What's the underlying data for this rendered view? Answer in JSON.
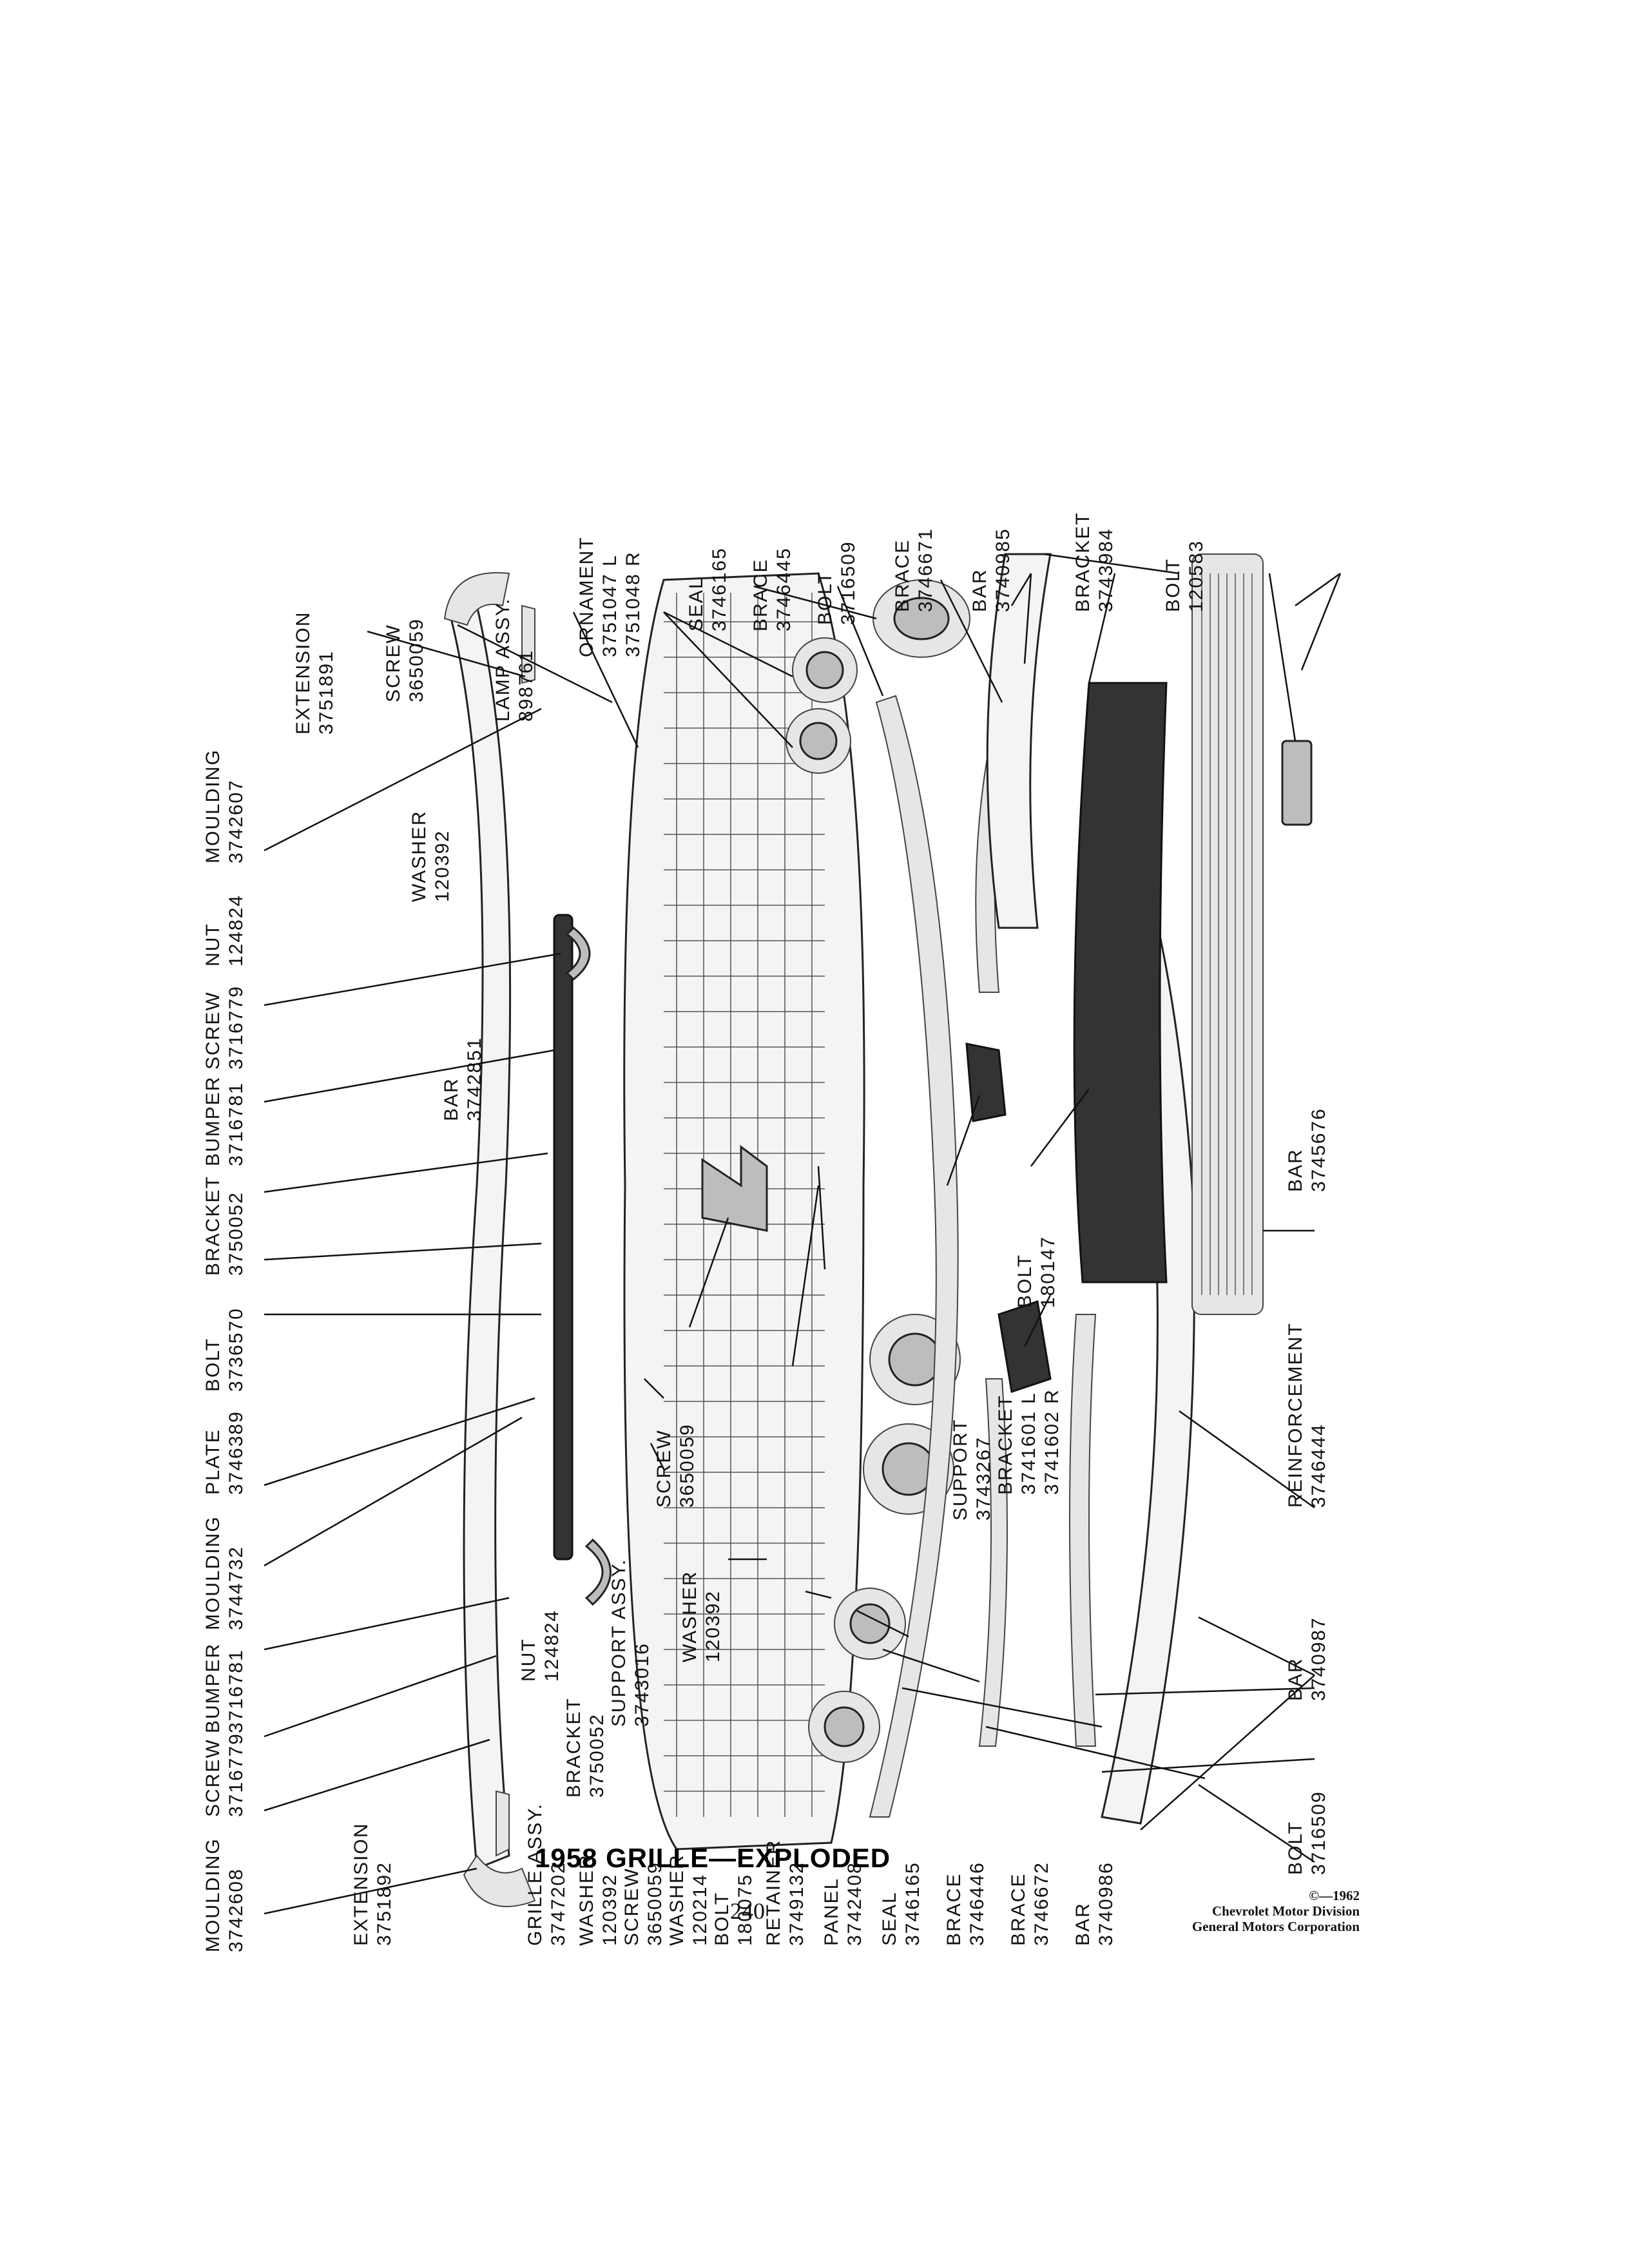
{
  "title": "1958 GRILLE—EXPLODED",
  "page_number": "240",
  "copyright": {
    "line1": "©—1962",
    "line2": "Chevrolet Motor Division",
    "line3": "General Motors Corporation"
  },
  "labels": {
    "moulding_3742608": [
      "MOULDING",
      "3742608"
    ],
    "screw_3716779_a": [
      "SCREW",
      "3716779"
    ],
    "bumper_3716781_a": [
      "BUMPER",
      "3716781"
    ],
    "moulding_3744732": [
      "MOULDING",
      "3744732"
    ],
    "plate_3746389": [
      "PLATE",
      "3746389"
    ],
    "bolt_3736570": [
      "BOLT",
      "3736570"
    ],
    "bracket_3750052_a": [
      "BRACKET",
      "3750052"
    ],
    "bumper_3716781_b": [
      "BUMPER",
      "3716781"
    ],
    "screw_3716779_b": [
      "SCREW",
      "3716779"
    ],
    "nut_124824_a": [
      "NUT",
      "124824"
    ],
    "moulding_3742607": [
      "MOULDING",
      "3742607"
    ],
    "extension_3751891": [
      "EXTENSION",
      "3751891"
    ],
    "screw_3650059_a": [
      "SCREW",
      "3650059"
    ],
    "washer_120392_a": [
      "WASHER",
      "120392"
    ],
    "bar_3742851": [
      "BAR",
      "3742851"
    ],
    "lamp_assy": [
      "LAMP ASSY.",
      "898761"
    ],
    "ornament": [
      "ORNAMENT",
      "3751047 L",
      "3751048 R"
    ],
    "seal_3746165_a": [
      "SEAL",
      "3746165"
    ],
    "brace_3746445": [
      "BRACE",
      "3746445"
    ],
    "bolt_3716509_a": [
      "BOLT",
      "3716509"
    ],
    "brace_3746671": [
      "BRACE",
      "3746671"
    ],
    "bar_3740985": [
      "BAR",
      "3740985"
    ],
    "bracket_3743984": [
      "BRACKET",
      "3743984"
    ],
    "bolt_120583": [
      "BOLT",
      "120583"
    ],
    "bar_3745676": [
      "BAR",
      "3745676"
    ],
    "reinforcement": [
      "REINFORCEMENT",
      "3746444"
    ],
    "bar_3740987": [
      "BAR",
      "3740987"
    ],
    "bolt_3716509_b": [
      "BOLT",
      "3716509"
    ],
    "bar_3740986": [
      "BAR",
      "3740986"
    ],
    "brace_3746672": [
      "BRACE",
      "3746672"
    ],
    "brace_3746446": [
      "BRACE",
      "3746446"
    ],
    "seal_3746165_b": [
      "SEAL",
      "3746165"
    ],
    "panel": [
      "PANEL",
      "3742408"
    ],
    "retainer": [
      "RETAINER",
      "3749132"
    ],
    "bolt_180075": [
      "BOLT",
      "180075"
    ],
    "washer_120214": [
      "WASHER",
      "120214"
    ],
    "screw_3650059_b": [
      "SCREW",
      "3650059"
    ],
    "washer_120392_b": [
      "WASHER",
      "120392"
    ],
    "grille_assy": [
      "GRILLE ASSY.",
      "3747202"
    ],
    "extension_3751892": [
      "EXTENSION",
      "3751892"
    ],
    "bracket_3750052_b": [
      "BRACKET",
      "3750052"
    ],
    "nut_124824_b": [
      "NUT",
      "124824"
    ],
    "support_assy": [
      "SUPPORT ASSY.",
      "3743016"
    ],
    "screw_3650059_c": [
      "SCREW",
      "3650059"
    ],
    "washer_120392_c": [
      "WASHER",
      "120392"
    ],
    "support_3743267": [
      "SUPPORT",
      "3743267"
    ],
    "bracket_3741601": [
      "BRACKET",
      "3741601 L",
      "3741602 R"
    ],
    "bolt_180147": [
      "BOLT",
      "180147"
    ]
  }
}
